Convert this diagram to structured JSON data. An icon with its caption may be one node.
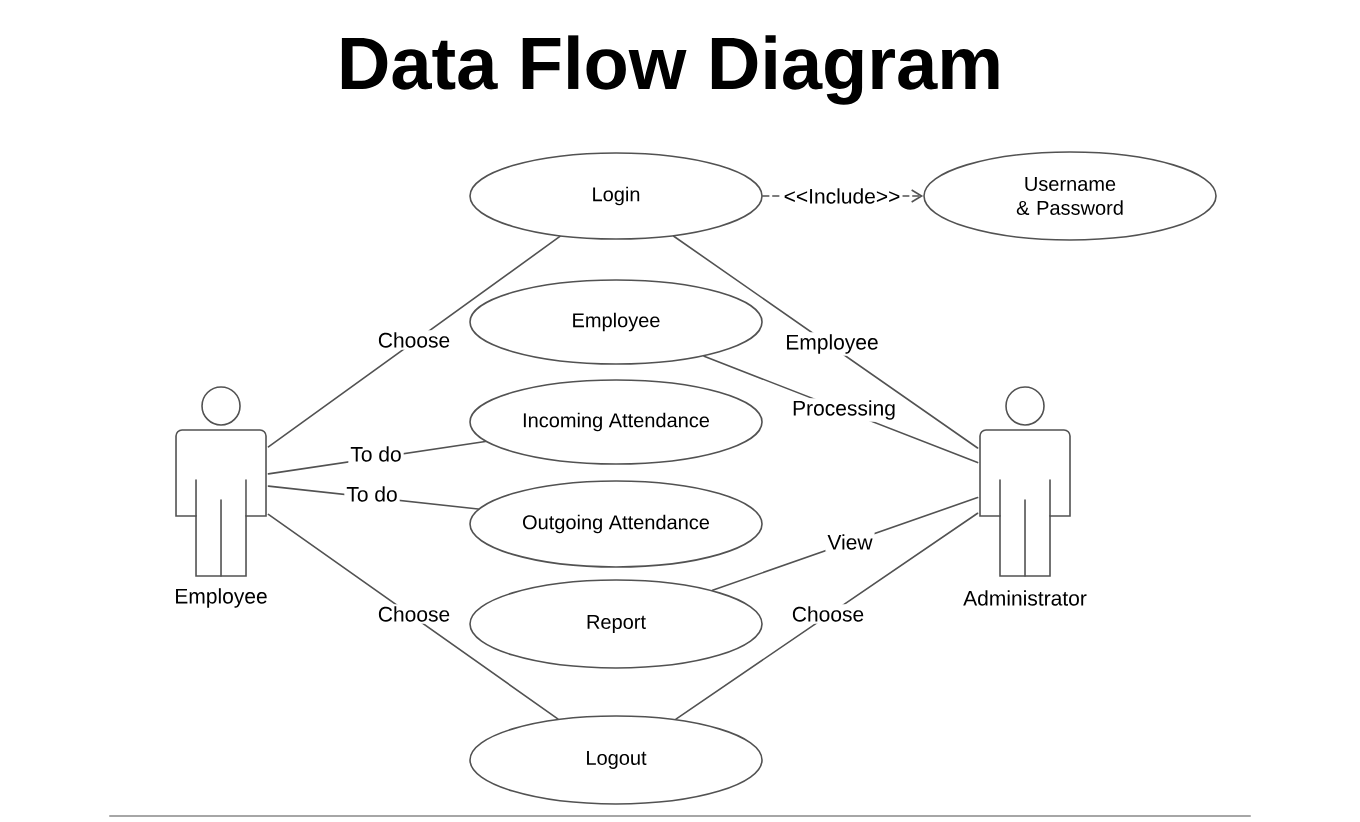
{
  "diagram": {
    "title": "Data Flow Diagram",
    "nodes": [
      {
        "text": [
          "Login"
        ]
      },
      {
        "text": [
          "Username & Password"
        ]
      },
      {
        "text": [
          "Employee"
        ]
      },
      {
        "text": [
          "Incoming Attendance"
        ]
      },
      {
        "text": [
          "Outgoing Attendance"
        ]
      },
      {
        "text": [
          "Report"
        ]
      },
      {
        "text": [
          "Logout"
        ]
      },
      {
        "text": [
          "Employee"
        ]
      },
      {
        "text": [
          "Administrator"
        ]
      }
    ],
    "edges": [
      {
        "from": 0,
        "to": 1,
        "arrow": "to",
        "label": "<<Include>>",
        "style": "dashed"
      },
      {
        "from": 7,
        "to": 0,
        "arrow": "none",
        "label": "Choose"
      },
      {
        "from": 7,
        "to": 3,
        "arrow": "none",
        "label": "To do"
      },
      {
        "from": 7,
        "to": 4,
        "arrow": "none",
        "label": "To do"
      },
      {
        "from": 7,
        "to": 6,
        "arrow": "none",
        "label": "Choose"
      },
      {
        "from": 8,
        "to": 0,
        "arrow": "none",
        "label": "Employee"
      },
      {
        "from": 8,
        "to": 2,
        "arrow": "none",
        "label": "Processing"
      },
      {
        "from": 8,
        "to": 5,
        "arrow": "none",
        "label": "View"
      },
      {
        "from": 8,
        "to": 6,
        "arrow": "none",
        "label": "Choose"
      }
    ]
  }
}
